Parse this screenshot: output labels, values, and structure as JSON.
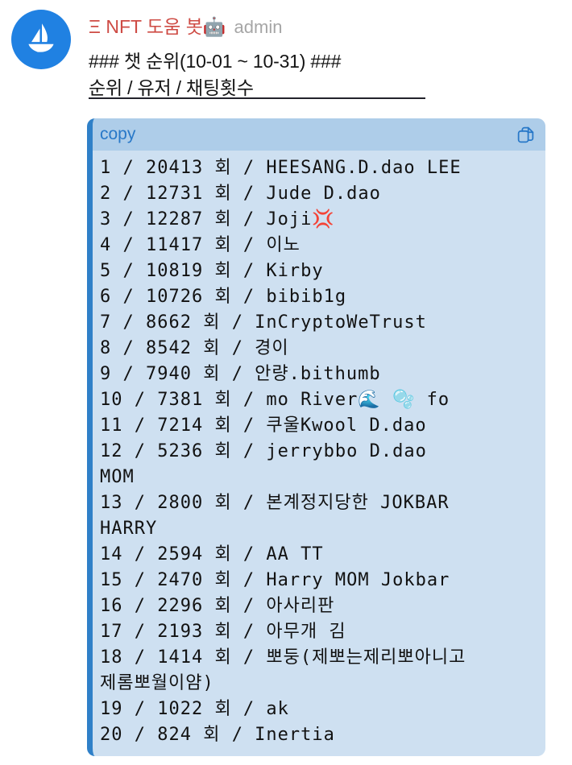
{
  "header": {
    "sender_name": "Ξ NFT 도움 봇🤖",
    "sender_badge": "admin",
    "message_line1": "### 챗 순위(10-01 ~ 10-31) ###",
    "message_line2": "순위 / 유저 / 채팅횟수"
  },
  "code_block": {
    "label": "copy",
    "separator": "/",
    "unit": "회",
    "rows": [
      {
        "rank": "1",
        "count": "20413",
        "name": "HEESANG.D.dao LEE"
      },
      {
        "rank": "2",
        "count": "12731",
        "name": "Jude D.dao"
      },
      {
        "rank": "3",
        "count": "12287",
        "name": "Joji💢"
      },
      {
        "rank": "4",
        "count": "11417",
        "name": "이노"
      },
      {
        "rank": "5",
        "count": "10819",
        "name": "Kirby"
      },
      {
        "rank": "6",
        "count": "10726",
        "name": "bibib1g"
      },
      {
        "rank": "7",
        "count": "8662",
        "name": "InCryptoWeTrust"
      },
      {
        "rank": "8",
        "count": "8542",
        "name": "경이"
      },
      {
        "rank": "9",
        "count": "7940",
        "name": "안량.bithumb"
      },
      {
        "rank": "10",
        "count": "7381",
        "name": "mo River🌊 🫧 fo"
      },
      {
        "rank": "11",
        "count": "7214",
        "name": "쿠울Kwool D.dao"
      },
      {
        "rank": "12",
        "count": "5236",
        "name": "jerrybbo D.dao\nMOM"
      },
      {
        "rank": "13",
        "count": "2800",
        "name": "본계정지당한 JOKBAR\nHARRY"
      },
      {
        "rank": "14",
        "count": "2594",
        "name": "AA TT"
      },
      {
        "rank": "15",
        "count": "2470",
        "name": "Harry MOM Jokbar"
      },
      {
        "rank": "16",
        "count": "2296",
        "name": "아사리판"
      },
      {
        "rank": "17",
        "count": "2193",
        "name": "아무개 김"
      },
      {
        "rank": "18",
        "count": "1414",
        "name": "뽀둥(제뽀는제리뽀아니고\n제롬뽀월이얌)"
      },
      {
        "rank": "19",
        "count": "1022",
        "name": "ak"
      },
      {
        "rank": "20",
        "count": "824",
        "name": "Inertia"
      }
    ]
  },
  "icons": {
    "avatar_icon": "opensea-sailboat-icon",
    "copy_icon": "copy-pages-icon"
  },
  "colors": {
    "avatar_bg": "#2081E2",
    "sender_name": "#CE4B44",
    "admin_gray": "#A6A6A6",
    "code_body_bg": "#CEE0F1",
    "code_header_bg": "#AECDE9",
    "code_left_border": "#2F80C8",
    "copy_blue": "#2878C8",
    "code_text": "#121212"
  }
}
